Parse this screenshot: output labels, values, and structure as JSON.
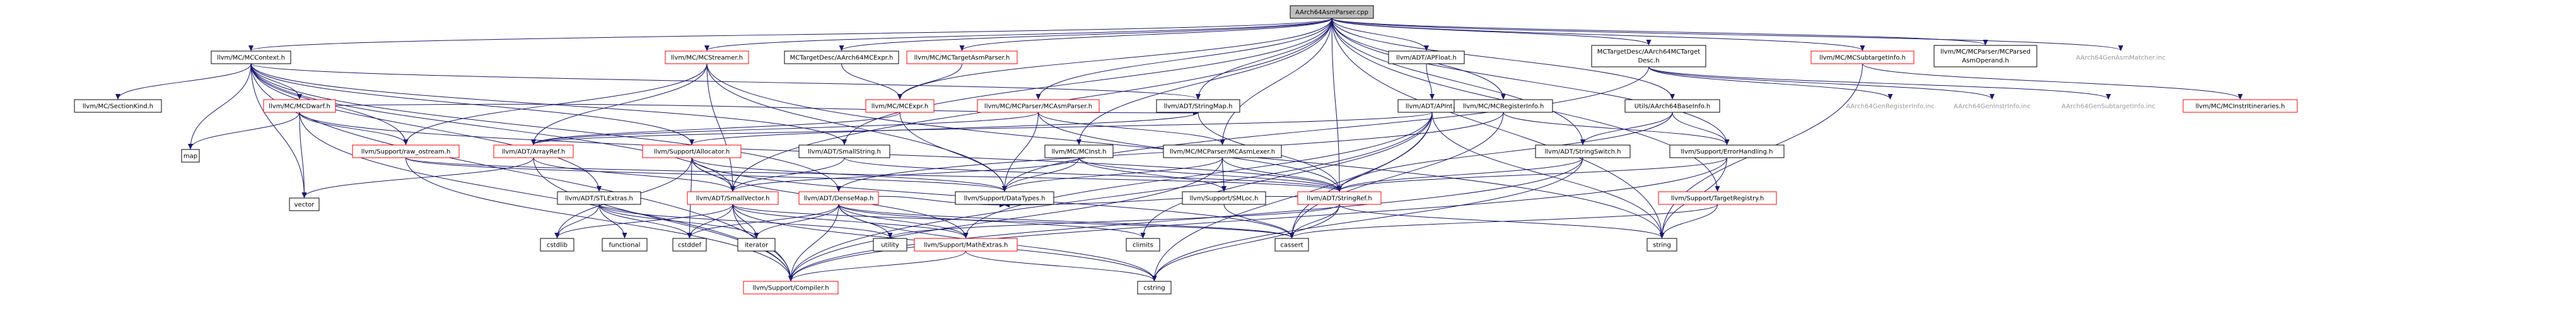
{
  "title": "AArch64AsmParser.cpp",
  "colors": {
    "edge": "#191970",
    "node_fill": "#ffffff",
    "node_border": "#000000",
    "root_fill": "#bfbfbf",
    "red_border": "#ff0000",
    "grey_text": "#9a9a9a",
    "text": "#000000"
  },
  "nodes": [
    {
      "id": "root",
      "label": "AArch64AsmParser.cpp",
      "style": "root"
    },
    {
      "id": "mccontext",
      "label": "llvm/MC/MCContext.h",
      "style": "normal"
    },
    {
      "id": "mcstreamer",
      "label": "llvm/MC/MCStreamer.h",
      "style": "red"
    },
    {
      "id": "mctargetdesc_expr",
      "label": "MCTargetDesc/AArch64MCExpr.h",
      "style": "normal"
    },
    {
      "id": "mctargetasmparser",
      "label": "llvm/MC/MCTargetAsmParser.h",
      "style": "red"
    },
    {
      "id": "apfloat",
      "label": "llvm/ADT/APFloat.h",
      "style": "normal"
    },
    {
      "id": "mctargetdesc",
      "label": "MCTargetDesc/AArch64MCTarget Desc.h",
      "style": "normal"
    },
    {
      "id": "mcsubtargetinfo",
      "label": "llvm/MC/MCSubtargetInfo.h",
      "style": "red"
    },
    {
      "id": "mcparsedasmoperand",
      "label": "llvm/MC/MCParser/MCParsed AsmOperand.h",
      "style": "normal"
    },
    {
      "id": "genasmmatcher",
      "label": "AArch64GenAsmMatcher.inc",
      "style": "grey"
    },
    {
      "id": "mcsectionkind",
      "label": "llvm/MC/SectionKind.h",
      "style": "normal"
    },
    {
      "id": "mcdwarf",
      "label": "llvm/MC/MCDwarf.h",
      "style": "red"
    },
    {
      "id": "mcexpr",
      "label": "llvm/MC/MCExpr.h",
      "style": "red"
    },
    {
      "id": "stringmap",
      "label": "llvm/ADT/StringMap.h",
      "style": "normal"
    },
    {
      "id": "mcasmparser",
      "label": "llvm/MC/MCParser/MCAsmParser.h",
      "style": "red"
    },
    {
      "id": "apint",
      "label": "llvm/ADT/APInt.h",
      "style": "normal"
    },
    {
      "id": "mcregisterinfo",
      "label": "llvm/MC/MCRegisterInfo.h",
      "style": "normal"
    },
    {
      "id": "baseinfo",
      "label": "Utils/AArch64BaseInfo.h",
      "style": "normal"
    },
    {
      "id": "genregisterinfo",
      "label": "AArch64GenRegisterInfo.inc",
      "style": "grey"
    },
    {
      "id": "geninstrinfo",
      "label": "AArch64GenInstrInfo.inc",
      "style": "grey"
    },
    {
      "id": "gensubtargetinfo",
      "label": "AArch64GenSubtargetInfo.inc",
      "style": "grey"
    },
    {
      "id": "mcinstritineraries",
      "label": "llvm/MC/MCInstrItineraries.h",
      "style": "red"
    },
    {
      "id": "map",
      "label": "map",
      "style": "normal"
    },
    {
      "id": "raw_ostream",
      "label": "llvm/Support/raw_ostream.h",
      "style": "red"
    },
    {
      "id": "arrayref",
      "label": "llvm/ADT/ArrayRef.h",
      "style": "red"
    },
    {
      "id": "allocator",
      "label": "llvm/Support/Allocator.h",
      "style": "red"
    },
    {
      "id": "smallstring",
      "label": "llvm/ADT/SmallString.h",
      "style": "normal"
    },
    {
      "id": "mcinst",
      "label": "llvm/MC/MCInst.h",
      "style": "normal"
    },
    {
      "id": "mcasmlexer",
      "label": "llvm/MC/MCParser/MCAsmLexer.h",
      "style": "normal"
    },
    {
      "id": "stringswitch",
      "label": "llvm/ADT/StringSwitch.h",
      "style": "normal"
    },
    {
      "id": "errorhandling",
      "label": "llvm/Support/ErrorHandling.h",
      "style": "normal"
    },
    {
      "id": "vector",
      "label": "vector",
      "style": "normal"
    },
    {
      "id": "stlextras",
      "label": "llvm/ADT/STLExtras.h",
      "style": "normal"
    },
    {
      "id": "smallvector",
      "label": "llvm/ADT/SmallVector.h",
      "style": "red"
    },
    {
      "id": "densemap",
      "label": "llvm/ADT/DenseMap.h",
      "style": "red"
    },
    {
      "id": "datatypes",
      "label": "llvm/Support/DataTypes.h",
      "style": "normal"
    },
    {
      "id": "smloc",
      "label": "llvm/Support/SMLoc.h",
      "style": "normal"
    },
    {
      "id": "stringref",
      "label": "llvm/ADT/StringRef.h",
      "style": "red"
    },
    {
      "id": "targetregistry",
      "label": "llvm/Support/TargetRegistry.h",
      "style": "red"
    },
    {
      "id": "cstdlib",
      "label": "cstdlib",
      "style": "normal"
    },
    {
      "id": "functional",
      "label": "functional",
      "style": "normal"
    },
    {
      "id": "cstddef",
      "label": "cstddef",
      "style": "normal"
    },
    {
      "id": "iterator",
      "label": "iterator",
      "style": "normal"
    },
    {
      "id": "utility",
      "label": "utility",
      "style": "normal"
    },
    {
      "id": "mathextras",
      "label": "llvm/Support/MathExtras.h",
      "style": "red"
    },
    {
      "id": "climits",
      "label": "climits",
      "style": "normal"
    },
    {
      "id": "cassert",
      "label": "cassert",
      "style": "normal"
    },
    {
      "id": "string",
      "label": "string",
      "style": "normal"
    },
    {
      "id": "compiler",
      "label": "llvm/Support/Compiler.h",
      "style": "red"
    },
    {
      "id": "cstring",
      "label": "cstring",
      "style": "normal"
    }
  ],
  "edges": [
    [
      "root",
      "mccontext"
    ],
    [
      "root",
      "mcstreamer"
    ],
    [
      "root",
      "mctargetdesc_expr"
    ],
    [
      "root",
      "mctargetasmparser"
    ],
    [
      "root",
      "apfloat"
    ],
    [
      "root",
      "mctargetdesc"
    ],
    [
      "root",
      "mcsubtargetinfo"
    ],
    [
      "root",
      "mcparsedasmoperand"
    ],
    [
      "root",
      "genasmmatcher"
    ],
    [
      "root",
      "mcexpr"
    ],
    [
      "root",
      "mcasmparser"
    ],
    [
      "root",
      "mcregisterinfo"
    ],
    [
      "root",
      "baseinfo"
    ],
    [
      "root",
      "mcinst"
    ],
    [
      "root",
      "mcasmlexer"
    ],
    [
      "root",
      "stringswitch"
    ],
    [
      "root",
      "errorhandling"
    ],
    [
      "root",
      "stringref"
    ],
    [
      "root",
      "targetregistry"
    ],
    [
      "root",
      "smallvector"
    ],
    [
      "root",
      "smallstring"
    ],
    [
      "root",
      "string"
    ],
    [
      "root",
      "stringmap"
    ],
    [
      "mccontext",
      "mcsectionkind"
    ],
    [
      "mccontext",
      "mcdwarf"
    ],
    [
      "mccontext",
      "map"
    ],
    [
      "mccontext",
      "raw_ostream"
    ],
    [
      "mccontext",
      "allocator"
    ],
    [
      "mccontext",
      "smallstring"
    ],
    [
      "mccontext",
      "vector"
    ],
    [
      "mccontext",
      "stlextras"
    ],
    [
      "mccontext",
      "stringmap"
    ],
    [
      "mccontext",
      "densemap"
    ],
    [
      "mccontext",
      "compiler"
    ],
    [
      "mccontext",
      "smallvector"
    ],
    [
      "mcstreamer",
      "arrayref"
    ],
    [
      "mcstreamer",
      "raw_ostream"
    ],
    [
      "mcstreamer",
      "datatypes"
    ],
    [
      "mcstreamer",
      "string"
    ],
    [
      "mcstreamer",
      "smallvector"
    ],
    [
      "mctargetdesc_expr",
      "mcexpr"
    ],
    [
      "mctargetasmparser",
      "mcexpr"
    ],
    [
      "apfloat",
      "apint"
    ],
    [
      "mctargetdesc",
      "genregisterinfo"
    ],
    [
      "mctargetdesc",
      "geninstrinfo"
    ],
    [
      "mctargetdesc",
      "gensubtargetinfo"
    ],
    [
      "mctargetdesc",
      "datatypes"
    ],
    [
      "mcsubtargetinfo",
      "mcinstritineraries"
    ],
    [
      "mcsubtargetinfo",
      "string"
    ],
    [
      "mcdwarf",
      "raw_ostream"
    ],
    [
      "mcdwarf",
      "stringmap"
    ],
    [
      "mcdwarf",
      "map"
    ],
    [
      "mcdwarf",
      "vector"
    ],
    [
      "mcdwarf",
      "compiler"
    ],
    [
      "mcdwarf",
      "stringref"
    ],
    [
      "mcexpr",
      "datatypes"
    ],
    [
      "mcexpr",
      "arrayref"
    ],
    [
      "stringmap",
      "stringref"
    ],
    [
      "stringmap",
      "allocator"
    ],
    [
      "mcasmparser",
      "arrayref"
    ],
    [
      "mcasmparser",
      "datatypes"
    ],
    [
      "mcasmparser",
      "stringref"
    ],
    [
      "mcasmparser",
      "mcasmlexer"
    ],
    [
      "apint",
      "arrayref"
    ],
    [
      "apint",
      "mathextras"
    ],
    [
      "apint",
      "cassert"
    ],
    [
      "apint",
      "climits"
    ],
    [
      "apint",
      "cstring"
    ],
    [
      "apint",
      "string"
    ],
    [
      "apint",
      "compiler"
    ],
    [
      "mcregisterinfo",
      "densemap"
    ],
    [
      "mcregisterinfo",
      "errorhandling"
    ],
    [
      "mcregisterinfo",
      "cassert"
    ],
    [
      "baseinfo",
      "stringswitch"
    ],
    [
      "baseinfo",
      "errorhandling"
    ],
    [
      "baseinfo",
      "stringref"
    ],
    [
      "raw_ostream",
      "stringref"
    ],
    [
      "raw_ostream",
      "compiler"
    ],
    [
      "raw_ostream",
      "datatypes"
    ],
    [
      "arrayref",
      "vector"
    ],
    [
      "arrayref",
      "smallvector"
    ],
    [
      "arrayref",
      "compiler"
    ],
    [
      "allocator",
      "smallvector"
    ],
    [
      "allocator",
      "datatypes"
    ],
    [
      "allocator",
      "mathextras"
    ],
    [
      "allocator",
      "cstddef"
    ],
    [
      "allocator",
      "cstdlib"
    ],
    [
      "allocator",
      "cassert"
    ],
    [
      "smallstring",
      "smallvector"
    ],
    [
      "smallstring",
      "stringref"
    ],
    [
      "mcinst",
      "smallvector"
    ],
    [
      "mcinst",
      "stringref"
    ],
    [
      "mcinst",
      "datatypes"
    ],
    [
      "mcinst",
      "smloc"
    ],
    [
      "mcasmlexer",
      "stringref"
    ],
    [
      "mcasmlexer",
      "datatypes"
    ],
    [
      "mcasmlexer",
      "smloc"
    ],
    [
      "mcasmlexer",
      "compiler"
    ],
    [
      "stringswitch",
      "stringref"
    ],
    [
      "stringswitch",
      "compiler"
    ],
    [
      "stringswitch",
      "cstring"
    ],
    [
      "errorhandling",
      "stringref"
    ],
    [
      "errorhandling",
      "compiler"
    ],
    [
      "errorhandling",
      "string"
    ],
    [
      "stlextras",
      "cstdlib"
    ],
    [
      "stlextras",
      "functional"
    ],
    [
      "stlextras",
      "cstddef"
    ],
    [
      "stlextras",
      "iterator"
    ],
    [
      "stlextras",
      "utility"
    ],
    [
      "smallvector",
      "cstddef"
    ],
    [
      "smallvector",
      "iterator"
    ],
    [
      "smallvector",
      "mathextras"
    ],
    [
      "smallvector",
      "compiler"
    ],
    [
      "smallvector",
      "cstdlib"
    ],
    [
      "smallvector",
      "cstring"
    ],
    [
      "smallvector",
      "cassert"
    ],
    [
      "densemap",
      "mathextras"
    ],
    [
      "densemap",
      "datatypes"
    ],
    [
      "densemap",
      "cstddef"
    ],
    [
      "densemap",
      "iterator"
    ],
    [
      "densemap",
      "utility"
    ],
    [
      "densemap",
      "climits"
    ],
    [
      "densemap",
      "cassert"
    ],
    [
      "densemap",
      "compiler"
    ],
    [
      "densemap",
      "cstring"
    ],
    [
      "stringref",
      "cassert"
    ],
    [
      "stringref",
      "cstring"
    ],
    [
      "stringref",
      "string"
    ],
    [
      "stringref",
      "utility"
    ],
    [
      "stringref",
      "datatypes"
    ],
    [
      "targetregistry",
      "string"
    ],
    [
      "targetregistry",
      "cassert"
    ],
    [
      "mathextras",
      "compiler"
    ],
    [
      "mathextras",
      "cstring"
    ],
    [
      "smloc",
      "cassert"
    ]
  ]
}
